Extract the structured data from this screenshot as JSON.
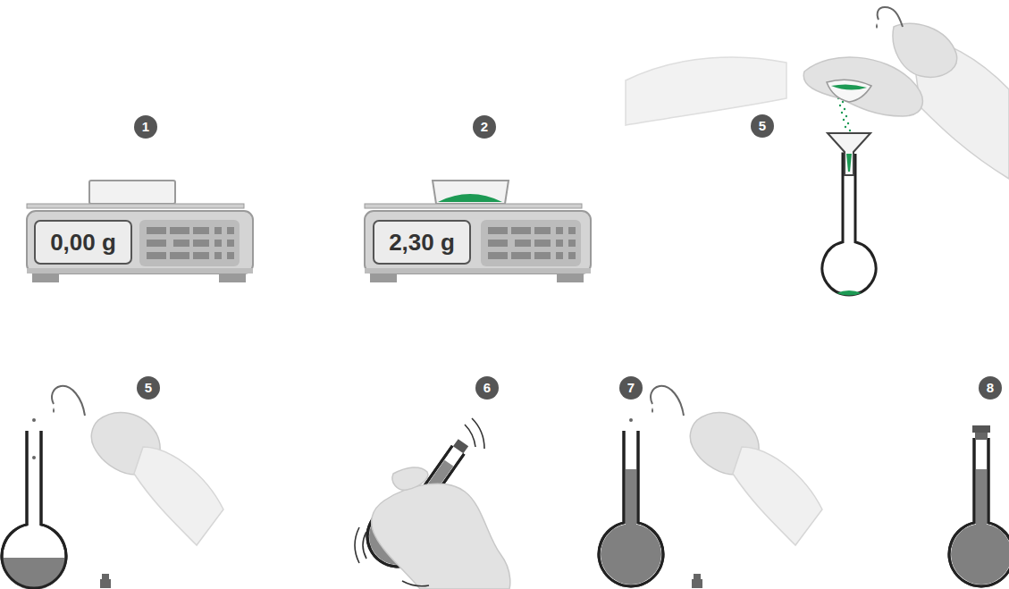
{
  "diagram": {
    "nodes": [
      {
        "text": [
          "1"
        ]
      },
      {
        "text": [
          "0,00 g"
        ]
      },
      {
        "text": [
          "2"
        ]
      },
      {
        "text": [
          "2,30 g"
        ]
      },
      {
        "text": [
          "5"
        ]
      },
      {
        "text": [
          "5"
        ]
      },
      {
        "text": [
          "6"
        ]
      },
      {
        "text": [
          "7"
        ]
      },
      {
        "text": [
          "8"
        ]
      }
    ]
  }
}
